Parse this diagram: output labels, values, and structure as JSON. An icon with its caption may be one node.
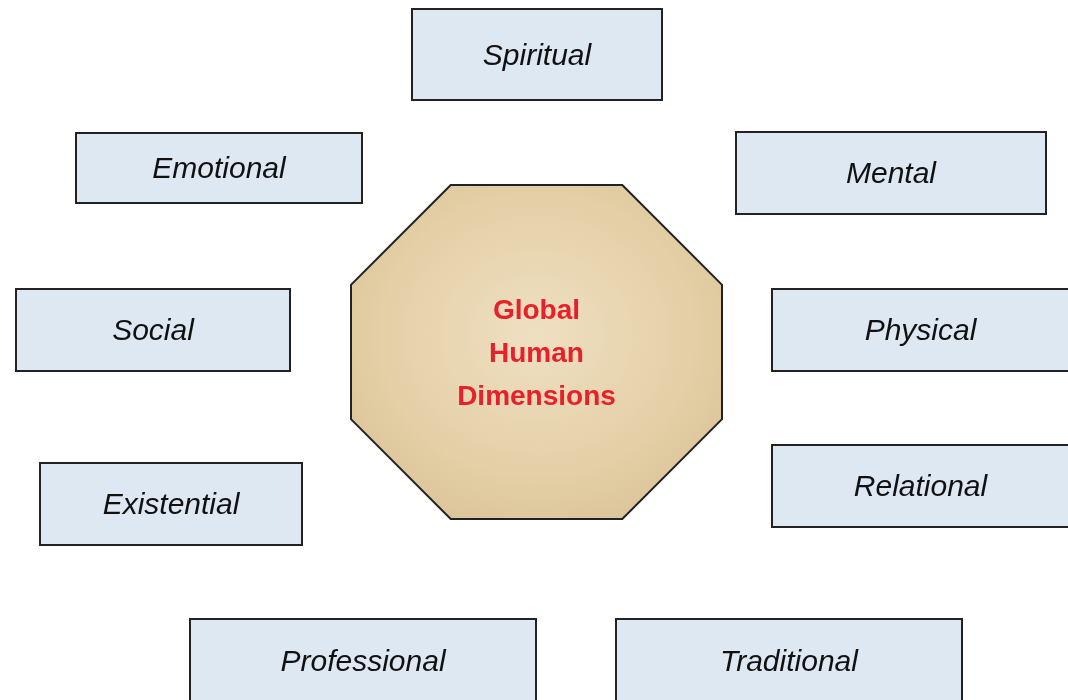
{
  "diagram": {
    "nodes": [
      {
        "text": [
          "Spiritual"
        ]
      },
      {
        "text": [
          "Emotional"
        ]
      },
      {
        "text": [
          "Mental"
        ]
      },
      {
        "text": [
          "Global Human Dimensions"
        ]
      },
      {
        "text": [
          "Social"
        ]
      },
      {
        "text": [
          "Physical"
        ]
      },
      {
        "text": [
          "Relational"
        ]
      },
      {
        "text": [
          "Existential"
        ]
      },
      {
        "text": [
          "Professional"
        ]
      },
      {
        "text": [
          "Traditional"
        ]
      }
    ]
  }
}
